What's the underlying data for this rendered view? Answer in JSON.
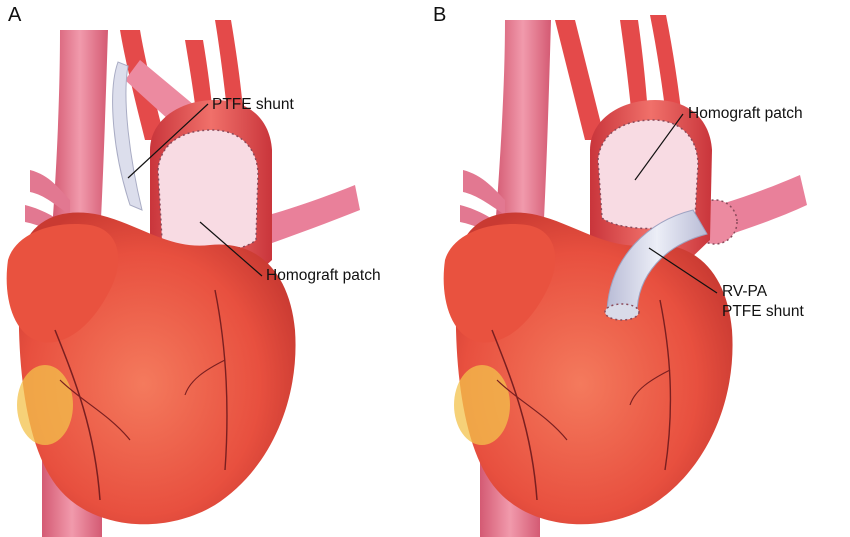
{
  "panels": [
    {
      "letter": "A",
      "labels": {
        "ptfe_shunt": "PTFE shunt",
        "homograft_patch": "Homograft patch"
      }
    },
    {
      "letter": "B",
      "labels": {
        "homograft_patch": "Homograft patch",
        "rvpa_line1": "RV-PA",
        "rvpa_line2": "PTFE shunt"
      }
    }
  ],
  "colors": {
    "heart": "#ef5a44",
    "vessel": "#e8758a",
    "aorta": "#e84d4f",
    "patch": "#f7d6df",
    "shunt": "#d9dbe9",
    "fat": "#f3c24b"
  }
}
